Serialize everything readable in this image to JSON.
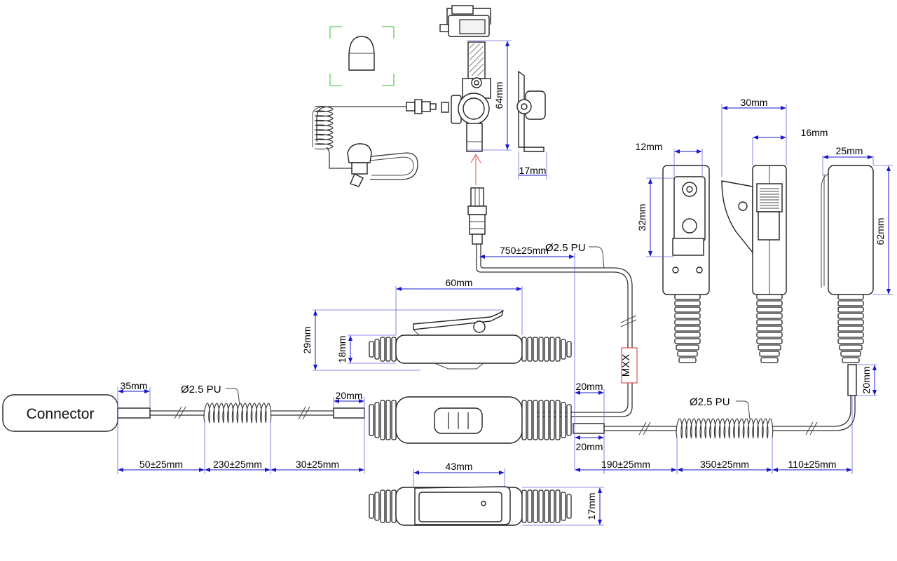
{
  "labels": {
    "connector": "Connector",
    "pu_cable_upper": "Ø2.5  PU",
    "pu_cable_left": "Ø2.5  PU",
    "pu_cable_right": "Ø2.5  PU",
    "mxx": "MXX"
  },
  "dimensions": {
    "d64": "64mm",
    "d17_clip": "17mm",
    "d30": "30mm",
    "d16": "16mm",
    "d12": "12mm",
    "d25": "25mm",
    "d32": "32mm",
    "d62": "62mm",
    "d60": "60mm",
    "d29": "29mm",
    "d18": "18mm",
    "d750": "750±25mm",
    "d35": "35mm",
    "d20_top_left": "20mm",
    "d20_upper": "20mm",
    "d20_lower": "20mm",
    "d20_right": "20mm",
    "d50": "50±25mm",
    "d230": "230±25mm",
    "d30b": "30±25mm",
    "d190": "190±25mm",
    "d350": "350±25mm",
    "d110": "110±25mm",
    "d43": "43mm",
    "d17_ptt": "17mm"
  }
}
